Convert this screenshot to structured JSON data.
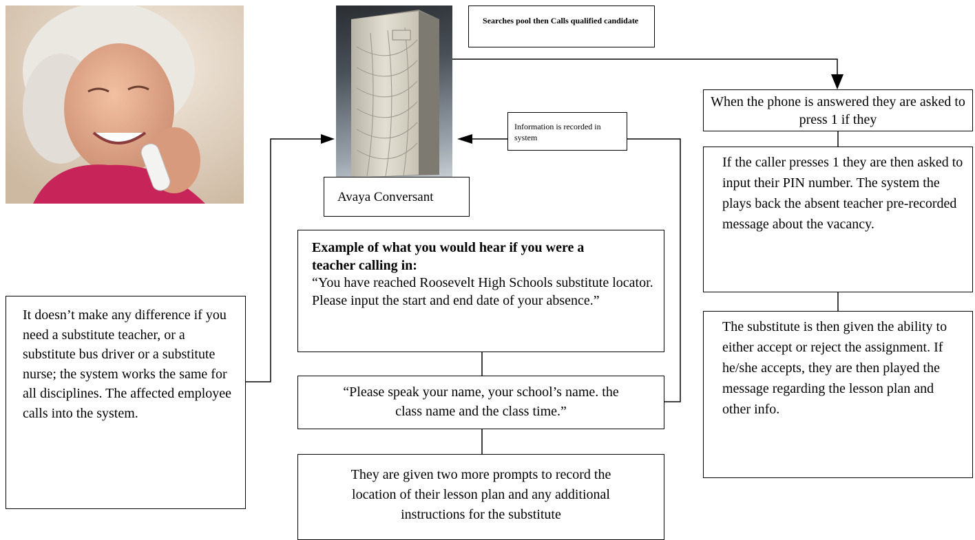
{
  "photo": {
    "icon": "woman-on-phone-photo"
  },
  "server": {
    "icon": "server-tower-icon"
  },
  "server_label": "Avaya Conversant",
  "searches_box": "Searches pool then Calls qualified candidate",
  "recorded_box": "Information is recorded in system",
  "employee_box": "It doesn’t make any difference if you need a substitute teacher, or a substitute bus driver or a substitute nurse; the system works the same for all disciplines.  The affected employee calls into the system.",
  "example_box": {
    "heading": "Example of what you would hear if you were a teacher calling in:",
    "body": "“You have reached Roosevelt High Schools substitute locator.  Please input the start and end date of your absence.”"
  },
  "speak_box": "“Please speak your name, your school’s name. the class name and the class time.”",
  "prompts_box": "They are given two more prompts to record the location of their lesson plan  and any additional  instructions for the substitute",
  "answered_box": "When the phone is answered they are asked to press 1 if they",
  "pin_box": "If the caller presses 1 they are then asked to input their PIN number.  The system the plays back the absent  teacher pre-recorded message about the vacancy.",
  "accept_box": "The substitute is then given the ability to either accept or reject the assignment.  If he/she accepts, they are then played the message regarding the lesson plan and other info."
}
